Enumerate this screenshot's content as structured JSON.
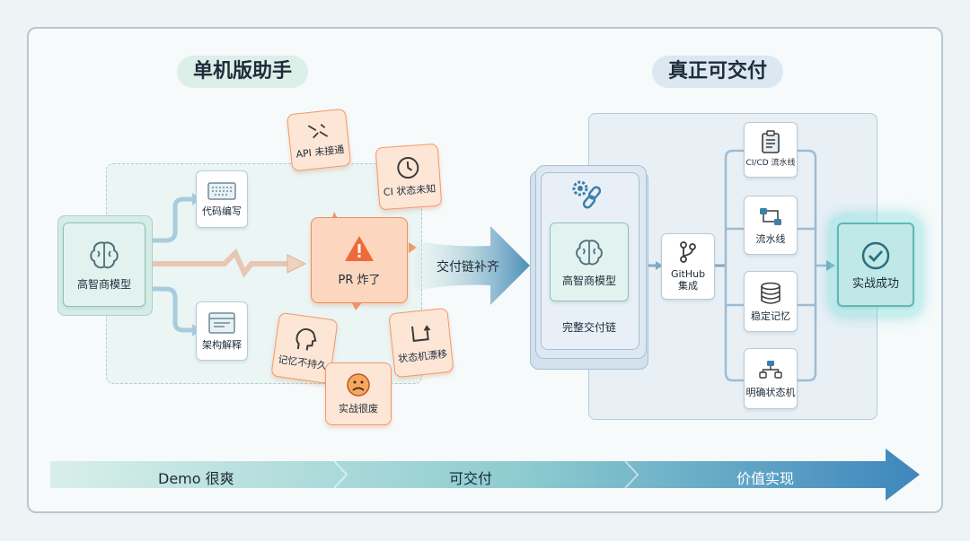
{
  "headings": {
    "left": "单机版助手",
    "right": "真正可交付"
  },
  "left_model": {
    "label": "高智商模型"
  },
  "left_outputs": [
    {
      "label": "代码编写",
      "icon": "keyboard-icon"
    },
    {
      "label": "架构解释",
      "icon": "window-icon"
    }
  ],
  "crash": {
    "label": "PR 炸了",
    "icon": "warning-icon"
  },
  "problems": [
    {
      "label": "API 未接通",
      "icon": "broken-link-icon"
    },
    {
      "label": "CI 状态未知",
      "icon": "clock-icon"
    },
    {
      "label": "记忆不持久",
      "icon": "head-icon"
    },
    {
      "label": "实战很废",
      "icon": "sad-face-icon"
    },
    {
      "label": "状态机漂移",
      "icon": "drift-arrow-icon"
    }
  ],
  "bridge": {
    "label": "交付链补齐"
  },
  "right_model": {
    "label": "高智商模型",
    "stack_label": "完整交付链",
    "icon": "gear-link-icon"
  },
  "github": {
    "label_line1": "GitHub",
    "label_line2": "集成",
    "icon": "branch-icon"
  },
  "pipeline": [
    {
      "label": "CI/CD 流水线",
      "icon": "clipboard-icon"
    },
    {
      "label": "流水线",
      "icon": "flow-icon"
    },
    {
      "label": "稳定记忆",
      "icon": "database-icon"
    },
    {
      "label": "明确状态机",
      "icon": "state-machine-icon"
    }
  ],
  "success": {
    "label": "实战成功",
    "icon": "check-icon"
  },
  "progress": [
    "Demo 很爽",
    "可交付",
    "价值实现"
  ],
  "colors": {
    "orange": "#f09a6a",
    "teal": "#5fb8a5",
    "blue": "#3d7fa9",
    "arrow": "#4a8eb8"
  }
}
